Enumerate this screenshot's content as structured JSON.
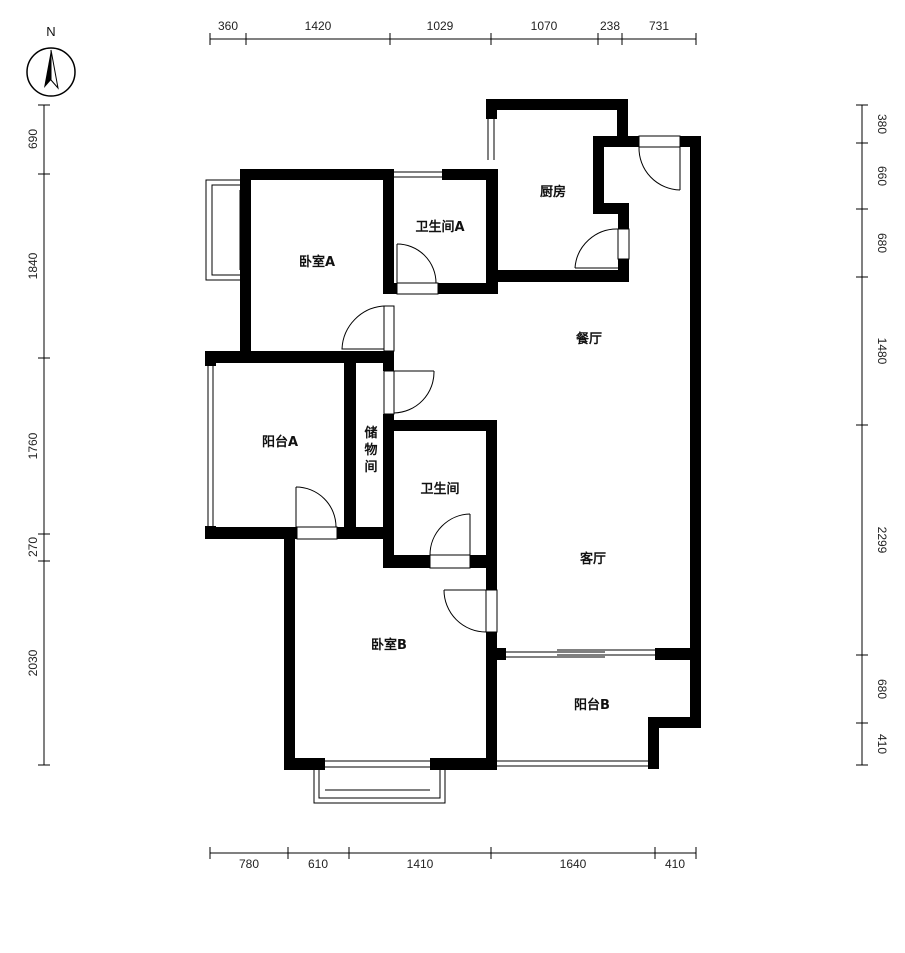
{
  "compass": {
    "north_label": "N"
  },
  "dimensions": {
    "top": [
      "360",
      "1420",
      "1029",
      "1070",
      "238",
      "731"
    ],
    "bottom": [
      "780",
      "610",
      "1410",
      "1640",
      "410"
    ],
    "left": [
      "690",
      "1840",
      "1760",
      "270",
      "2030"
    ],
    "right": [
      "380",
      "660",
      "680",
      "1480",
      "2299",
      "680",
      "410"
    ]
  },
  "rooms": {
    "bedroom_a": "卧室A",
    "bathroom_a": "卫生间A",
    "kitchen": "厨房",
    "dining": "餐厅",
    "balcony_a": "阳台A",
    "storage_1": "储",
    "storage_2": "物",
    "storage_3": "间",
    "bathroom": "卫生间",
    "living": "客厅",
    "bedroom_b": "卧室B",
    "balcony_b": "阳台B"
  }
}
